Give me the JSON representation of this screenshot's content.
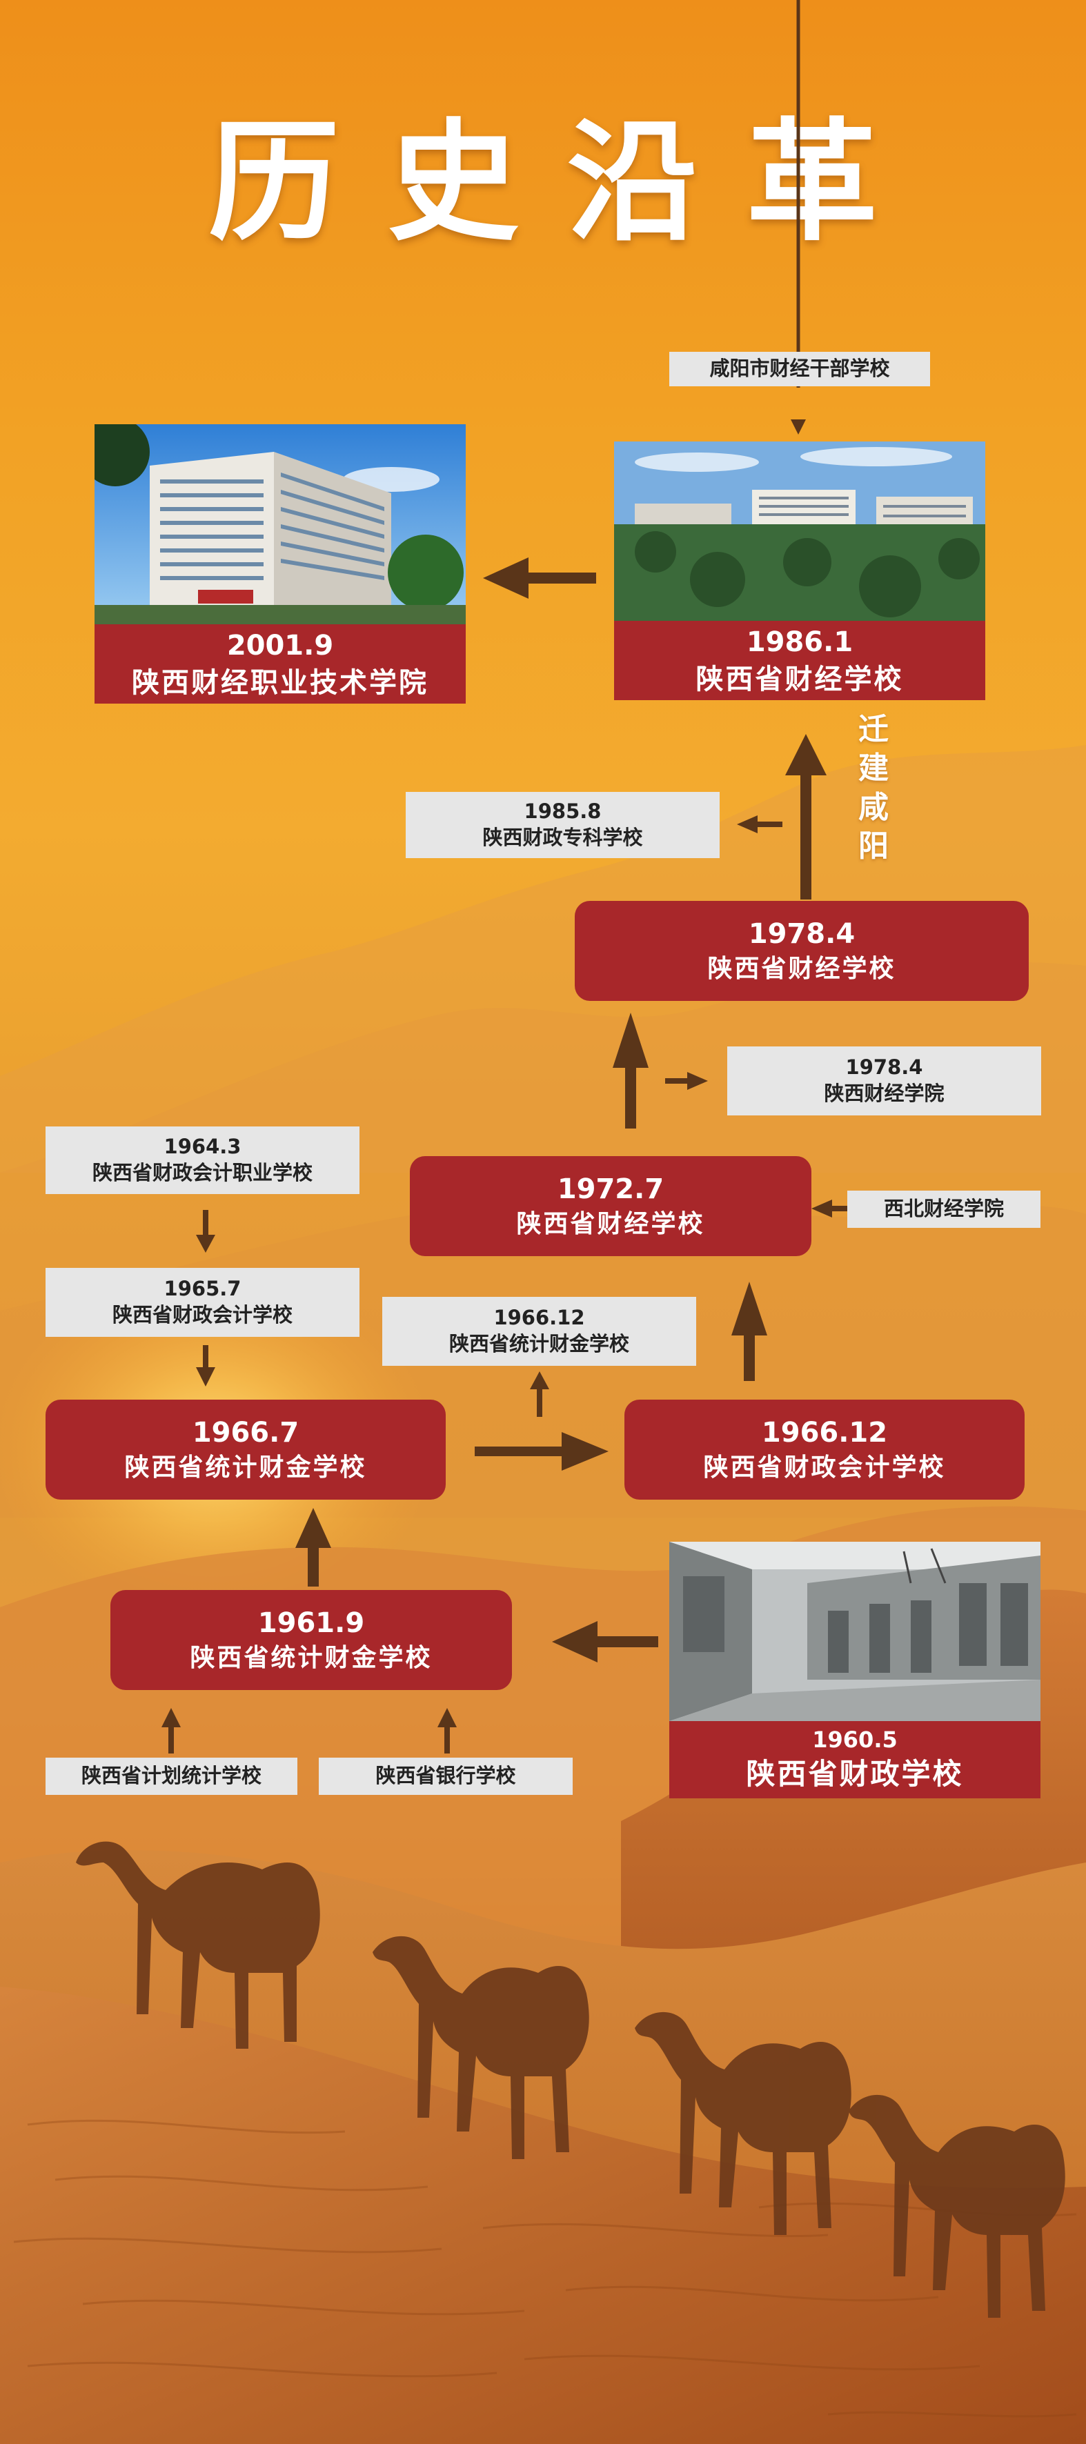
{
  "title": "历史沿革",
  "colors": {
    "box_red": "#a8272a",
    "label_gray": "#e6e6e6",
    "arrow_brown": "#5a3519",
    "background_orange": "#f2a225"
  },
  "cards": {
    "c2001": {
      "year": "2001.9",
      "name": "陕西财经职业技术学院"
    },
    "c1986": {
      "year": "1986.1",
      "name": "陕西省财经学校"
    },
    "c1960": {
      "year": "1960.5",
      "name": "陕西省财政学校"
    }
  },
  "red_boxes": {
    "b1978": {
      "year": "1978.4",
      "name": "陕西省财经学校"
    },
    "b1972": {
      "year": "1972.7",
      "name": "陕西省财经学校"
    },
    "b1966a": {
      "year": "1966.7",
      "name": "陕西省统计财金学校"
    },
    "b1966b": {
      "year": "1966.12",
      "name": "陕西省财政会计学校"
    },
    "b1961": {
      "year": "1961.9",
      "name": "陕西省统计财金学校"
    }
  },
  "gray_labels": {
    "g_xianyang": "咸阳市财经干部学校",
    "g1985_year": "1985.8",
    "g1985_name": "陕西财政专科学校",
    "g1978_year": "1978.4",
    "g1978_name": "陕西财经学院",
    "g1964_year": "1964.3",
    "g1964_name": "陕西省财政会计职业学校",
    "g_xibei": "西北财经学院",
    "g1965_year": "1965.7",
    "g1965_name": "陕西省财政会计学校",
    "g1966_year": "1966.12",
    "g1966_name": "陕西省统计财金学校",
    "g_jihua": "陕西省计划统计学校",
    "g_yinhang": "陕西省银行学校"
  },
  "annotation": "迁建咸阳"
}
